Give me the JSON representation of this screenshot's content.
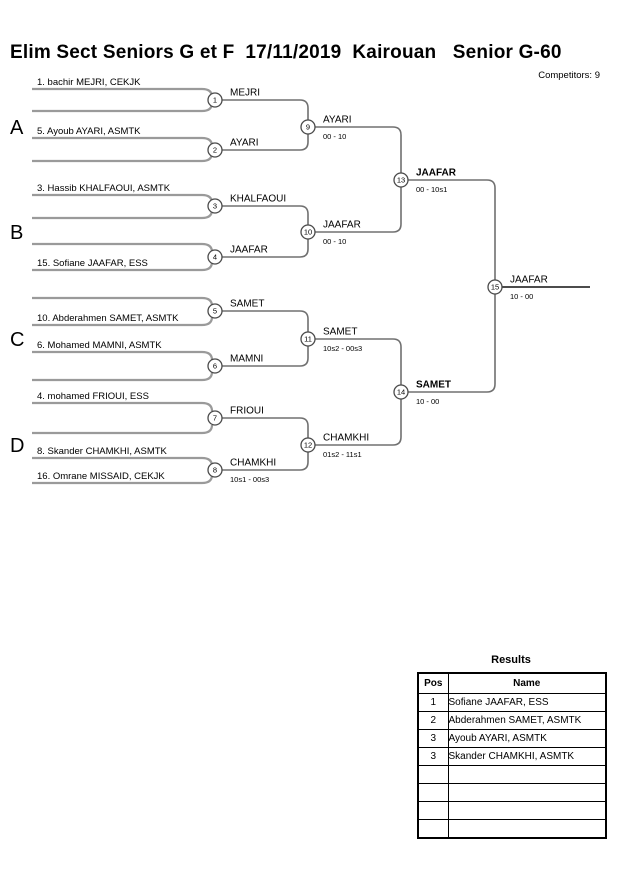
{
  "header": {
    "title": "Elim Sect Seniors G et F  17/11/2019  Kairouan   Senior G-60",
    "competitors": "Competitors: 9"
  },
  "bracket": {
    "sections": {
      "a": "A",
      "b": "B",
      "c": "C",
      "d": "D"
    },
    "players": [
      "1. bachir MEJRI, CEKJK",
      "5. Ayoub AYARI, ASMTK",
      "3. Hassib KHALFAOUI, ASMTK",
      "15. Sofiane JAAFAR, ESS",
      "10. Abderahmen SAMET, ASMTK",
      "6. Mohamed MAMNI, ASMTK",
      "4. mohamed FRIOUI, ESS",
      "8. Skander CHAMKHI, ASMTK",
      "16. Omrane MISSAID, CEKJK"
    ],
    "matches": [
      {
        "no": "1",
        "winner": "MEJRI",
        "score": ""
      },
      {
        "no": "2",
        "winner": "AYARI",
        "score": ""
      },
      {
        "no": "3",
        "winner": "KHALFAOUI",
        "score": ""
      },
      {
        "no": "4",
        "winner": "JAAFAR",
        "score": ""
      },
      {
        "no": "5",
        "winner": "SAMET",
        "score": ""
      },
      {
        "no": "6",
        "winner": "MAMNI",
        "score": ""
      },
      {
        "no": "7",
        "winner": "FRIOUI",
        "score": ""
      },
      {
        "no": "8",
        "winner": "CHAMKHI",
        "score": "10s1 - 00s3"
      },
      {
        "no": "9",
        "winner": "AYARI",
        "score": "00 - 10"
      },
      {
        "no": "10",
        "winner": "JAAFAR",
        "score": "00 - 10"
      },
      {
        "no": "11",
        "winner": "SAMET",
        "score": "10s2 - 00s3"
      },
      {
        "no": "12",
        "winner": "CHAMKHI",
        "score": "01s2 - 11s1"
      },
      {
        "no": "13",
        "winner": "JAAFAR",
        "score": "00 - 10s1"
      },
      {
        "no": "14",
        "winner": "SAMET",
        "score": "10 - 00"
      },
      {
        "no": "15",
        "winner": "JAAFAR",
        "score": "10 - 00"
      }
    ]
  },
  "results": {
    "title": "Results",
    "columns": {
      "pos": "Pos",
      "name": "Name"
    },
    "rows": [
      {
        "pos": "1",
        "name": "Sofiane JAAFAR, ESS"
      },
      {
        "pos": "2",
        "name": "Abderahmen SAMET, ASMTK"
      },
      {
        "pos": "3",
        "name": "Ayoub AYARI, ASMTK"
      },
      {
        "pos": "3",
        "name": "Skander CHAMKHI, ASMTK"
      },
      {
        "pos": "",
        "name": ""
      },
      {
        "pos": "",
        "name": ""
      },
      {
        "pos": "",
        "name": ""
      },
      {
        "pos": "",
        "name": ""
      }
    ]
  }
}
